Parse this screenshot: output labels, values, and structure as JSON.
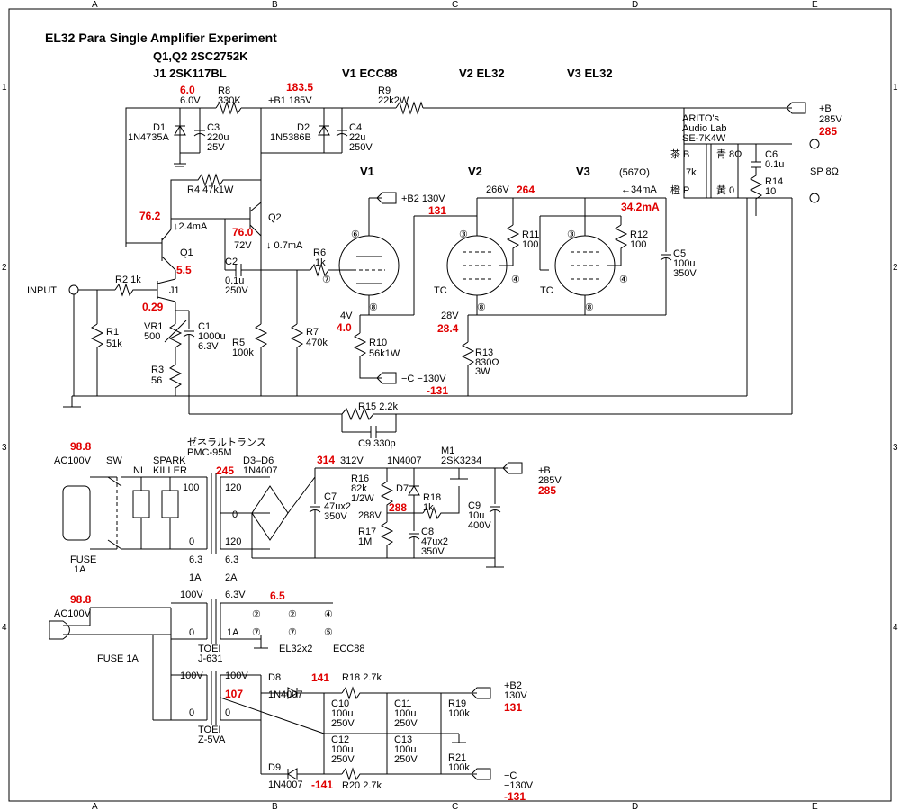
{
  "title": "EL32 Para Single Amplifier Experiment",
  "subtitle": "Q1,Q2 2SC2752K",
  "tube_list": {
    "j1": "J1 2SK117BL",
    "v1": "V1 ECC88",
    "v2": "V2 EL32",
    "v3": "V3 EL32"
  },
  "frame": {
    "cols": [
      "A",
      "B",
      "C",
      "D",
      "E"
    ],
    "rows": [
      "1",
      "2",
      "3",
      "4"
    ]
  },
  "labels": {
    "input": "INPUT",
    "r1": "R1",
    "r1v": "51k",
    "r2": "R2 1k",
    "j1": "J1",
    "vr1": "VR1",
    "vr1v": "500",
    "r3": "R3",
    "r3v": "56",
    "c1": "C1",
    "c1v1": "1000u",
    "c1v2": "6.3V",
    "q1": "Q1",
    "q2": "Q2",
    "r4": "R4 47k1W",
    "d1": "D1",
    "d1v": "1N4735A",
    "c3": "C3",
    "c3v1": "220u",
    "c3v2": "25V",
    "r8": "R8",
    "r8v": "330K",
    "b1": "+B1 185V",
    "d2": "D2",
    "d2v": "1N5386B",
    "c4": "C4",
    "c4v1": "22u",
    "c4v2": "250V",
    "r9": "R9",
    "r9v": "22k2W",
    "v6v": "6.0V",
    "i24": "↓2.4mA",
    "i07": "↓ 0.7mA",
    "v72": "72V",
    "c2": "C2",
    "c2v1": "0.1u",
    "c2v2": "250V",
    "r5": "R5",
    "r5v": "100k",
    "r6": "R6",
    "r6v": "1k",
    "r7": "R7",
    "r7v": "470k",
    "v1": "V1",
    "v2": "V2",
    "v3": "V3",
    "b2": "+B2 130V",
    "v4": "4V",
    "r10": "R10",
    "r10v": "56k1W",
    "cneg": "−C −130V",
    "v266": "266V",
    "r11": "R11",
    "r11v": "100",
    "r12": "R12",
    "r12v": "100",
    "tc1": "TC",
    "tc2": "TC",
    "v28": "28V",
    "r13": "R13",
    "r13v1": "830Ω",
    "r13v2": "3W",
    "ohm567": "(567Ω)",
    "i34": "←34mA",
    "c5": "C5",
    "c5v1": "100u",
    "c5v2": "350V",
    "opt1": "ARITO's",
    "opt2": "Audio Lab",
    "opt3": "SE-7K4W",
    "opt_b": "茶 B",
    "opt_7k": "7k",
    "opt_p": "橙 P",
    "opt_8": "青 8Ω",
    "opt_0": "黄 0",
    "c6": "C6",
    "c6v": "0.1u",
    "r14": "R14",
    "r14v": "10",
    "outb": "+B",
    "outbv": "285V",
    "sp": "SP 8Ω",
    "r15": "R15 2.2k",
    "c9fb": "C9 330p",
    "pin6": "⑥",
    "pin7": "⑦",
    "pin8": "⑧",
    "pin3": "③",
    "pin4": "④",
    "ac100": "AC100V",
    "sw": "SW",
    "nl": "NL",
    "spark1": "SPARK",
    "spark2": "KILLER",
    "fuse": "FUSE",
    "fuse1a": "1A",
    "ptrans1": "ゼネラルトランス",
    "ptrans2": "PMC-95M",
    "p100": "100",
    "p0": "0",
    "p120a": "120",
    "p0b": "0",
    "p120b": "120",
    "p63a": "6.3",
    "p63b": "6.3",
    "p1a": "1A",
    "p2a": "2A",
    "d3d6": "D3–D6",
    "d3d6v": "1N4007",
    "v312": "312V",
    "d7top": "1N4007",
    "r16": "R16",
    "r16v1": "82k",
    "r16v2": "1/2W",
    "d7": "D7",
    "m1": "M1",
    "m1v": "2SK3234",
    "c7": "C7",
    "c7v1": "47ux2",
    "c7v2": "350V",
    "v288": "288V",
    "r18": "R18",
    "r18v": "1k",
    "r17": "R17",
    "r17v": "1M",
    "c8": "C8",
    "c8v1": "47ux2",
    "c8v2": "350V",
    "c9": "C9",
    "c9v1": "10u",
    "c9v2": "400V",
    "pb": "+B",
    "pbv": "285V",
    "ac100b": "AC100V",
    "fuse2": "FUSE 1A",
    "t2_100": "100V",
    "t2_0": "0",
    "t2_63": "6.3V",
    "t2_1a": "1A",
    "toei1": "TOEI",
    "toei1v": "J-631",
    "el32x2": "EL32x2",
    "ecc88": "ECC88",
    "hp2": "②",
    "hp7": "⑦",
    "hp4": "④",
    "hp5": "⑤",
    "t3_100a": "100V",
    "t3_100b": "100V",
    "t3_0a": "0",
    "t3_0b": "0",
    "toei2": "TOEI",
    "toei2v": "Z-5VA",
    "d8": "D8",
    "d8v": "1N4007",
    "r18b": "R18 2.7k",
    "c10": "C10",
    "c10v1": "100u",
    "c10v2": "250V",
    "c11": "C11",
    "c11v1": "100u",
    "c11v2": "250V",
    "r19": "R19",
    "r19v": "100k",
    "c12": "C12",
    "c12v1": "100u",
    "c12v2": "250V",
    "c13": "C13",
    "c13v1": "100u",
    "c13v2": "250V",
    "r21": "R21",
    "r21v": "100k",
    "d9": "D9",
    "d9v": "1N4007",
    "r20": "R20 2.7k",
    "pb2": "+B2",
    "pb2v": "130V",
    "pc": "−C",
    "pcv": "−130V"
  },
  "measured": {
    "m60": "6.0",
    "m1835": "183.5",
    "m762": "76.2",
    "m760": "76.0",
    "m55": "5.5",
    "m029": "0.29",
    "m131a": "131",
    "m40": "4.0",
    "m131b": "-131",
    "m264": "264",
    "m342": "34.2mA",
    "m284": "28.4",
    "m285a": "285",
    "m988a": "98.8",
    "m245": "245",
    "m314": "314",
    "m288": "288",
    "m285b": "285",
    "m988b": "98.8",
    "m65": "6.5",
    "m141a": "141",
    "m107": "107",
    "m131c": "131",
    "m141b": "-141",
    "m131d": "-131"
  }
}
